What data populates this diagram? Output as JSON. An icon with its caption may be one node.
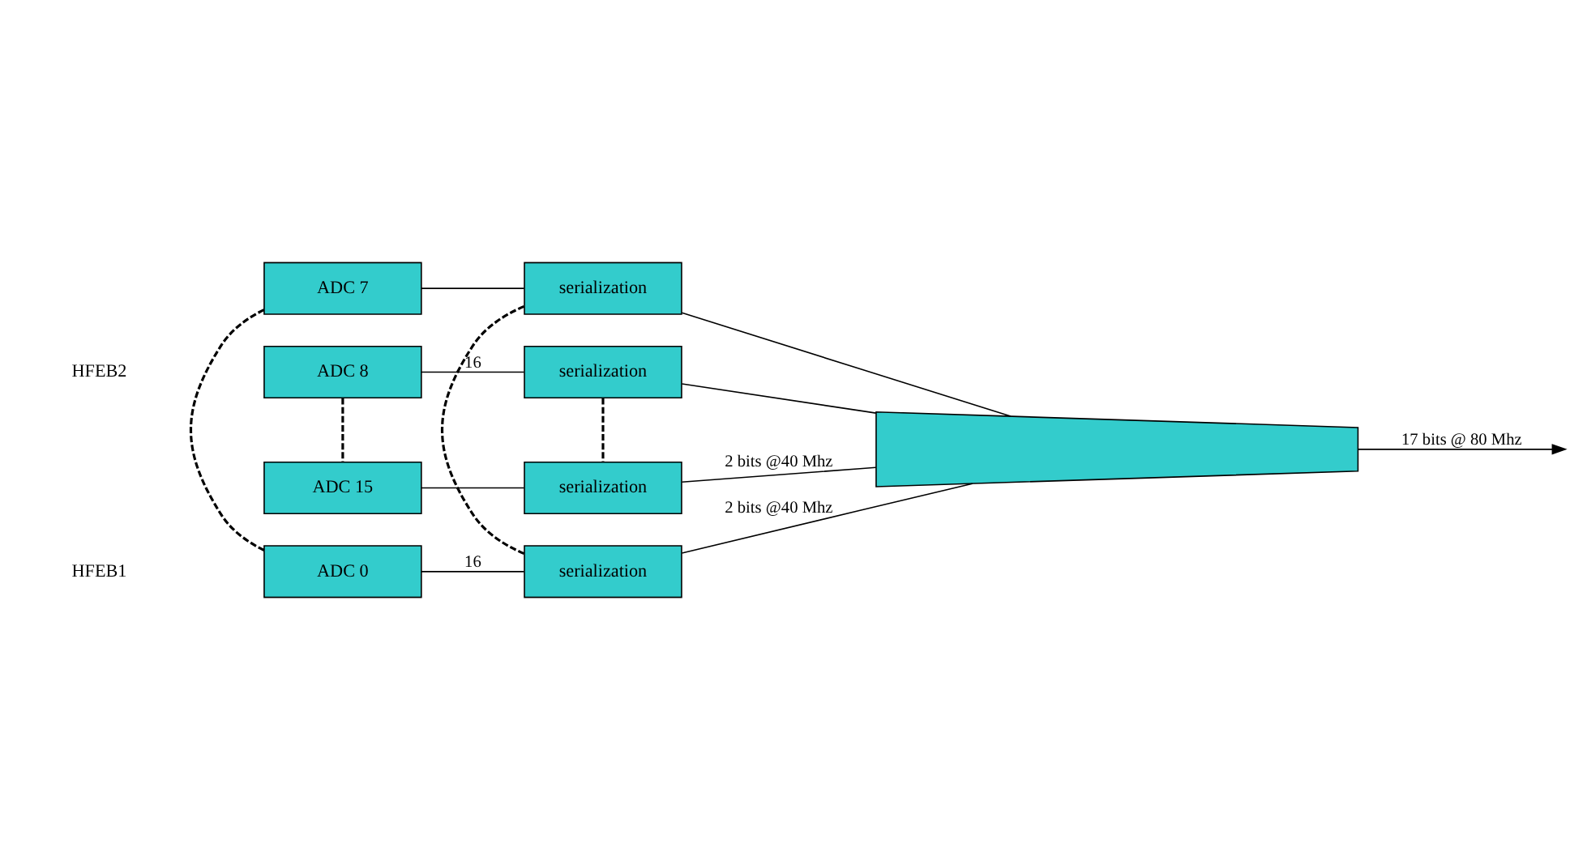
{
  "diagram": {
    "nodes": [
      {
        "text": [
          "ADC 0"
        ]
      },
      {
        "text": [
          "serialization"
        ]
      },
      {
        "text": [
          "ADC 7"
        ]
      },
      {
        "text": [
          "serialization"
        ]
      },
      {
        "text": [
          "ADC 8"
        ]
      },
      {
        "text": [
          "serialization"
        ]
      },
      {
        "text": [
          "ADC 15"
        ]
      },
      {
        "text": [
          "serialization"
        ]
      },
      {
        "text": [],
        "shape": "trapezoid"
      }
    ],
    "edges": [
      {
        "from": 0,
        "to": 1,
        "arrow": "none",
        "label": "16"
      },
      {
        "from": 1,
        "to": 8,
        "arrow": "none",
        "label": "2 bits @40 Mhz"
      },
      {
        "from": 2,
        "to": 3,
        "arrow": "none"
      },
      {
        "from": 3,
        "to": 8,
        "arrow": "none"
      },
      {
        "from": 4,
        "to": 5,
        "arrow": "none",
        "label": "16"
      },
      {
        "from": 5,
        "to": 8,
        "arrow": "none"
      },
      {
        "from": 6,
        "to": 7,
        "arrow": "none"
      },
      {
        "from": 7,
        "to": 8,
        "arrow": "none",
        "label": "2 bits @40 Mhz"
      },
      {
        "from": 0,
        "to": 2,
        "arrow": "none",
        "style": "dashed"
      },
      {
        "from": 1,
        "to": 3,
        "arrow": "none",
        "style": "dashed"
      },
      {
        "from": 4,
        "to": 6,
        "arrow": "none",
        "style": "dashed"
      },
      {
        "from": 5,
        "to": 7,
        "arrow": "none",
        "style": "dashed"
      },
      {
        "from": 8,
        "to": null,
        "arrow": "to",
        "label": "17 bits @ 80 Mhz"
      }
    ],
    "labels": [
      "HFEB1",
      "HFEB2"
    ]
  }
}
